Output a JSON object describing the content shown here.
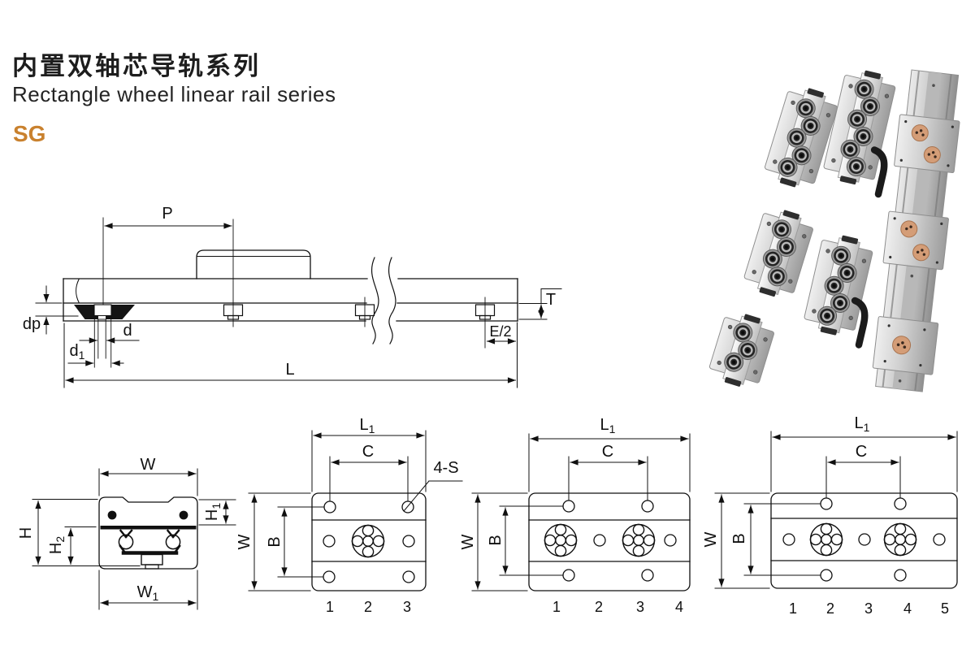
{
  "page": {
    "title_zh": "内置双轴芯导轨系列",
    "title_en": "Rectangle wheel linear rail series",
    "series": "SG",
    "accent_color": "#c9812e",
    "line_color": "#101010"
  },
  "side_view": {
    "p": "P",
    "t": "T",
    "dp": "dp",
    "d": "d",
    "d1_base": "d",
    "d1_sub": "1",
    "e_half": "E/2",
    "l": "L"
  },
  "section_view": {
    "w": "W",
    "h": "H",
    "h1_base": "H",
    "h1_sub": "1",
    "h2_base": "H",
    "h2_sub": "2",
    "w1_base": "W",
    "w1_sub": "1"
  },
  "top_view_3": {
    "l1_base": "L",
    "l1_sub": "1",
    "c": "C",
    "screw_note": "4-S",
    "w": "W",
    "b": "B",
    "positions": [
      "1",
      "2",
      "3"
    ]
  },
  "top_view_4": {
    "l1_base": "L",
    "l1_sub": "1",
    "c": "C",
    "w": "W",
    "b": "B",
    "positions": [
      "1",
      "2",
      "3",
      "4"
    ]
  },
  "top_view_5": {
    "l1_base": "L",
    "l1_sub": "1",
    "c": "C",
    "w": "W",
    "b": "B",
    "positions": [
      "1",
      "2",
      "3",
      "4",
      "5"
    ]
  }
}
